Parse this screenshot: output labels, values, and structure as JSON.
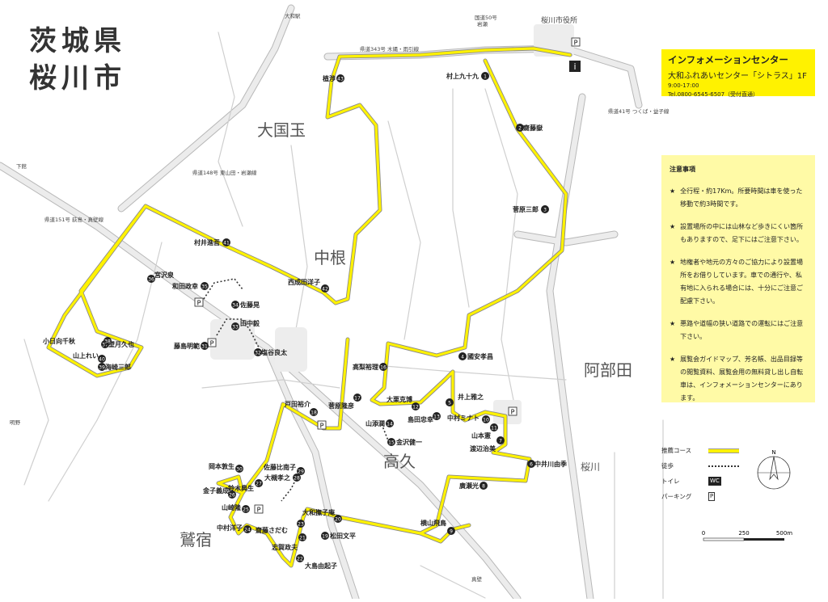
{
  "title": {
    "line1": "茨城県",
    "line2": "桜川市"
  },
  "info": {
    "heading": "インフォメーションセンター",
    "name": "大和ふれあいセンター「シトラス」1F",
    "hours": "9:00-17:00",
    "tel": "Tel.0800-6545-6507（受付直通）",
    "marker_label": "i"
  },
  "notices": {
    "heading": "注意事項",
    "star": "★",
    "items": [
      "全行程・約17Km。所要時間は車を使った移動で約3時間です。",
      "設置場所の中には山林など歩きにくい箇所もありますので、足下にはご注意下さい。",
      "地権者や地元の方々のご協力により設置場所をお借りしています。車での通行や、私有地に入られる場合には、十分にご注意ご配慮下さい。",
      "悪路や道幅の狭い道路での運転にはご注意下さい。",
      "展覧会ガイドマップ、芳名帳、出品目録等の閲覧資料、展覧会用の無料貸し出し自転車は、インフォメーションセンターにあります。"
    ]
  },
  "legend": {
    "course": "推薦コース",
    "walk": "徒歩",
    "toilet": "トイレ",
    "parking": "パーキング",
    "toilet_icon": "WC",
    "parking_icon": "P"
  },
  "scale": {
    "labels": [
      "0",
      "250",
      "500m"
    ]
  },
  "compass": {
    "label": "N"
  },
  "areas": [
    "大国玉",
    "中根",
    "阿部田",
    "高久",
    "鷲宿",
    "桜川"
  ],
  "roads": {
    "r50": "国道50号",
    "r343": "県道343号 木縄・雨引線",
    "r148": "県道148号 東山田・岩瀬線",
    "r151": "県道151号 荻島・真壁線",
    "r41": "県道41号 つくば・益子線"
  },
  "places": {
    "yamato_st": "大和駅",
    "shiyakusho": "桜川市役所",
    "iwase": "岩瀬",
    "makabe": "真壁",
    "shimodate": "下館",
    "meino": "明野"
  },
  "artists": [
    {
      "n": "1",
      "name": "村上九十九"
    },
    {
      "n": "2",
      "name": "齋藤嶽"
    },
    {
      "n": "3",
      "name": "菅原三郎"
    },
    {
      "n": "4",
      "name": "國安孝昌"
    },
    {
      "n": "5",
      "name": "井上雅之"
    },
    {
      "n": "6",
      "name": "中井川由季"
    },
    {
      "n": "7",
      "name": "渡辺治美"
    },
    {
      "n": "8",
      "name": "廣瀬光"
    },
    {
      "n": "9",
      "name": "横山飛鳥"
    },
    {
      "n": "10",
      "name": "中村ミナト"
    },
    {
      "n": "11",
      "name": "山本憲"
    },
    {
      "n": "12",
      "name": "大栗克博"
    },
    {
      "n": "13",
      "name": "島田忠幸"
    },
    {
      "n": "14",
      "name": "山添潤"
    },
    {
      "n": "15",
      "name": "金沢健一"
    },
    {
      "n": "16",
      "name": "高梨裕理"
    },
    {
      "n": "17",
      "name": "菅原隆彦"
    },
    {
      "n": "18",
      "name": "戸田裕介"
    },
    {
      "n": "19",
      "name": "松田文平"
    },
    {
      "n": "20",
      "name": "大和撫子庵"
    },
    {
      "n": "21",
      "name": "志賀政夫"
    },
    {
      "n": "22",
      "name": "大島由起子"
    },
    {
      "n": "23",
      "name": "齋藤さだむ"
    },
    {
      "n": "24",
      "name": "中村洋子"
    },
    {
      "n": "25",
      "name": "山崎隆"
    },
    {
      "n": "26",
      "name": "金子義成"
    },
    {
      "n": "27",
      "name": "鈴木典生"
    },
    {
      "n": "28",
      "name": "大槻孝之"
    },
    {
      "n": "29",
      "name": "佐藤比南子"
    },
    {
      "n": "30",
      "name": "岡本敦生"
    },
    {
      "n": "31",
      "name": "藤島明範"
    },
    {
      "n": "32",
      "name": "塩谷良太"
    },
    {
      "n": "33",
      "name": "田中毅"
    },
    {
      "n": "34",
      "name": "佐藤晃"
    },
    {
      "n": "35",
      "name": "和田政幸"
    },
    {
      "n": "36",
      "name": "宮沢泉"
    },
    {
      "n": "37",
      "name": "望月久也"
    },
    {
      "n": "38",
      "name": "小日向千秋"
    },
    {
      "n": "39",
      "name": "海崎三郎"
    },
    {
      "n": "40",
      "name": "山上れい"
    },
    {
      "n": "41",
      "name": "村井進吾"
    },
    {
      "n": "42",
      "name": "西成田洋子"
    },
    {
      "n": "43",
      "name": "植渉"
    }
  ],
  "colors": {
    "course": "#fff200",
    "road": "#e6e6e6",
    "road_edge": "#b8b8b8",
    "bg": "#ffffff",
    "text": "#222222"
  }
}
